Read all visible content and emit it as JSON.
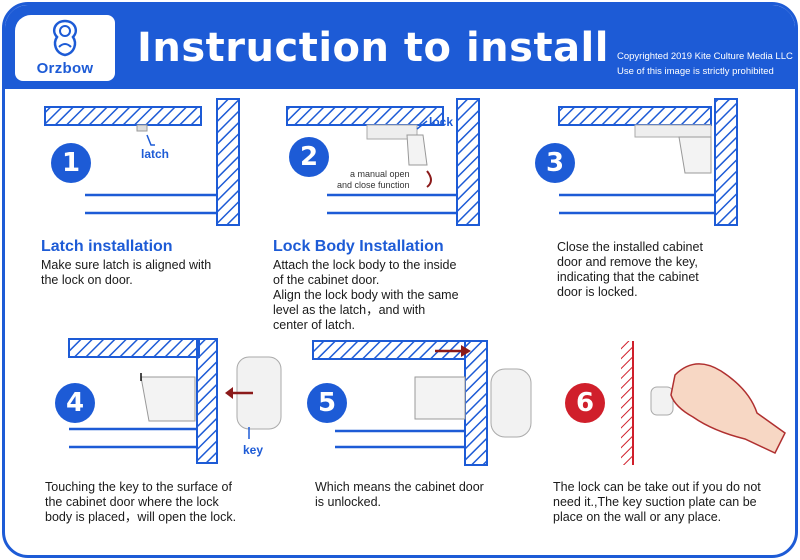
{
  "header": {
    "logo_text": "Orzbow",
    "title": "Instruction to install",
    "copyright_line1": "Copyrighted 2019 Kite Culture Media LLC",
    "copyright_line2": "Use of this image is strictly prohibited"
  },
  "steps": [
    {
      "number": "1",
      "label": "latch",
      "title": "Latch installation",
      "text": [
        "Make sure latch is aligned with",
        "the lock on door."
      ]
    },
    {
      "number": "2",
      "label": "lock",
      "note": [
        "a manual open",
        "and close function"
      ],
      "title": "Lock Body Installation",
      "text": [
        "Attach the lock body to the inside",
        "of the cabinet door.",
        "Align the lock body with the same",
        "level as the latch，and with",
        "center of latch."
      ]
    },
    {
      "number": "3",
      "text": [
        "Close the installed cabinet",
        "door  and remove the key,",
        "indicating that the  cabinet",
        "door is locked."
      ]
    },
    {
      "number": "4",
      "label": "key",
      "text": [
        "Touching the key to the surface of",
        "the cabinet door where the lock",
        "body is placed，will open the lock."
      ]
    },
    {
      "number": "5",
      "text": [
        "Which means the cabinet door",
        "is unlocked."
      ]
    },
    {
      "number": "6",
      "text": [
        "The lock can be take out if you do not",
        "need it.,The key suction plate can be",
        "place on the wall or any place."
      ]
    }
  ],
  "colors": {
    "brand": "#1d5bd6",
    "accent_red": "#d01f2b",
    "arrow_red": "#8b1a1a"
  }
}
